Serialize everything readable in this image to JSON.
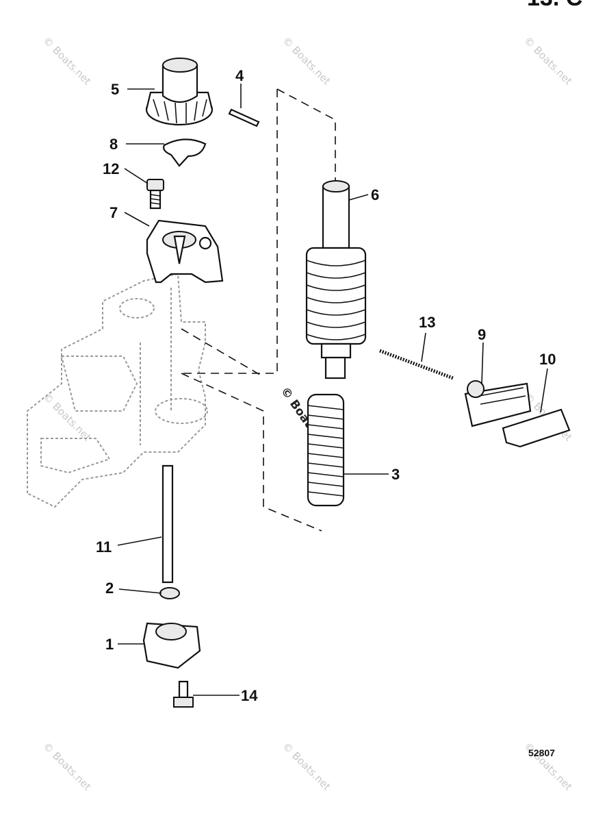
{
  "diagram": {
    "header_text": "13. C",
    "figure_number": "52807",
    "watermark": "© Boats.net",
    "part_numbers": [
      "1",
      "2",
      "3",
      "4",
      "5",
      "6",
      "7",
      "8",
      "9",
      "10",
      "11",
      "12",
      "13",
      "14"
    ]
  }
}
